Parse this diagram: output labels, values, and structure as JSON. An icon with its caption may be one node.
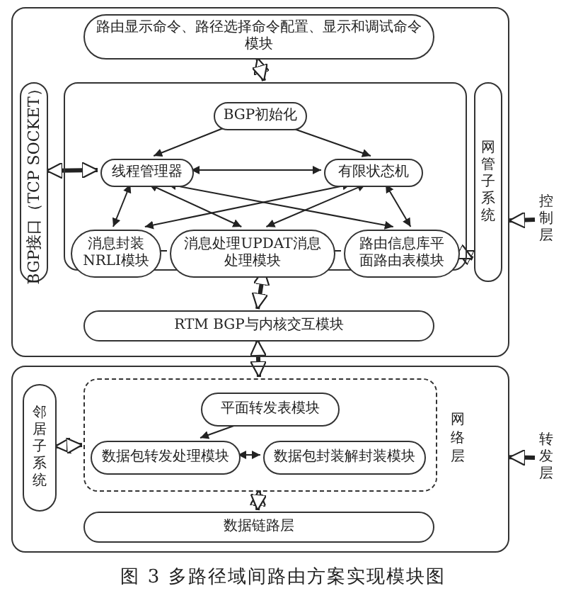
{
  "diagram": {
    "caption": "图 3 多路径域间路由方案实现模块图",
    "nodes": [
      {
        "text": [],
        "shape": "box"
      },
      {
        "text": [
          "路由显示命令、路径选择命令配置、显示和调试命令模块"
        ],
        "in": 0
      },
      {
        "text": [
          "BGP接口（TCP SOCKET）"
        ],
        "in": 0
      },
      {
        "text": [],
        "shape": "box",
        "in": 0
      },
      {
        "text": [
          "BGP初始化"
        ],
        "in": 3
      },
      {
        "text": [
          "线程管理器"
        ],
        "in": 3
      },
      {
        "text": [
          "有限状态机"
        ],
        "in": 3
      },
      {
        "text": [
          "消息封装NRLI模块"
        ],
        "in": 3
      },
      {
        "text": [
          "消息处理UPDAT消息处理模块"
        ],
        "in": 3
      },
      {
        "text": [
          "路由信息库平面路由表模块"
        ],
        "in": 3
      },
      {
        "text": [
          "网管子系统"
        ],
        "in": 0
      },
      {
        "text": [
          "RTM BGP与内核交互模块"
        ],
        "in": 0
      },
      {
        "text": [
          "控制层"
        ]
      },
      {
        "text": [],
        "shape": "box"
      },
      {
        "text": [
          "邻居子系统"
        ],
        "in": 13
      },
      {
        "text": [
          "网络层"
        ],
        "in": 13
      },
      {
        "text": [
          "平面转发表模块"
        ],
        "in": 15
      },
      {
        "text": [
          "数据包转发处理模块"
        ],
        "in": 15
      },
      {
        "text": [
          "数据包封装解封装模块"
        ],
        "in": 15
      },
      {
        "text": [
          "数据链路层"
        ],
        "in": 13
      },
      {
        "text": [
          "转发层"
        ]
      }
    ],
    "edges": [
      {
        "from": 1,
        "to": 3,
        "arrow": "both",
        "style": "thick"
      },
      {
        "from": 2,
        "to": 5,
        "arrow": "both",
        "style": "thick"
      },
      {
        "from": 4,
        "to": 5,
        "arrow": "to"
      },
      {
        "from": 4,
        "to": 6,
        "arrow": "to"
      },
      {
        "from": 5,
        "to": 6,
        "arrow": "both"
      },
      {
        "from": 5,
        "to": 7,
        "arrow": "both"
      },
      {
        "from": 5,
        "to": 8,
        "arrow": "both"
      },
      {
        "from": 5,
        "to": 9,
        "arrow": "both"
      },
      {
        "from": 6,
        "to": 7,
        "arrow": "both"
      },
      {
        "from": 6,
        "to": 8,
        "arrow": "both"
      },
      {
        "from": 6,
        "to": 9,
        "arrow": "both"
      },
      {
        "from": 7,
        "to": 8,
        "arrow": "none"
      },
      {
        "from": 8,
        "to": 9,
        "arrow": "none"
      },
      {
        "from": 9,
        "to": 10,
        "arrow": "both",
        "style": "thick"
      },
      {
        "from": 3,
        "to": 11,
        "arrow": "both",
        "style": "thick"
      },
      {
        "from": 11,
        "to": 15,
        "arrow": "both",
        "style": "thick"
      },
      {
        "from": 12,
        "to": 0,
        "arrow": "to",
        "style": "thick"
      },
      {
        "from": 14,
        "to": 15,
        "arrow": "both",
        "style": "thick"
      },
      {
        "from": 16,
        "to": 17,
        "arrow": "to"
      },
      {
        "from": 17,
        "to": 18,
        "arrow": "both"
      },
      {
        "from": 15,
        "to": 19,
        "arrow": "both",
        "style": "thick"
      },
      {
        "from": 20,
        "to": 13,
        "arrow": "to",
        "style": "thick"
      }
    ]
  }
}
